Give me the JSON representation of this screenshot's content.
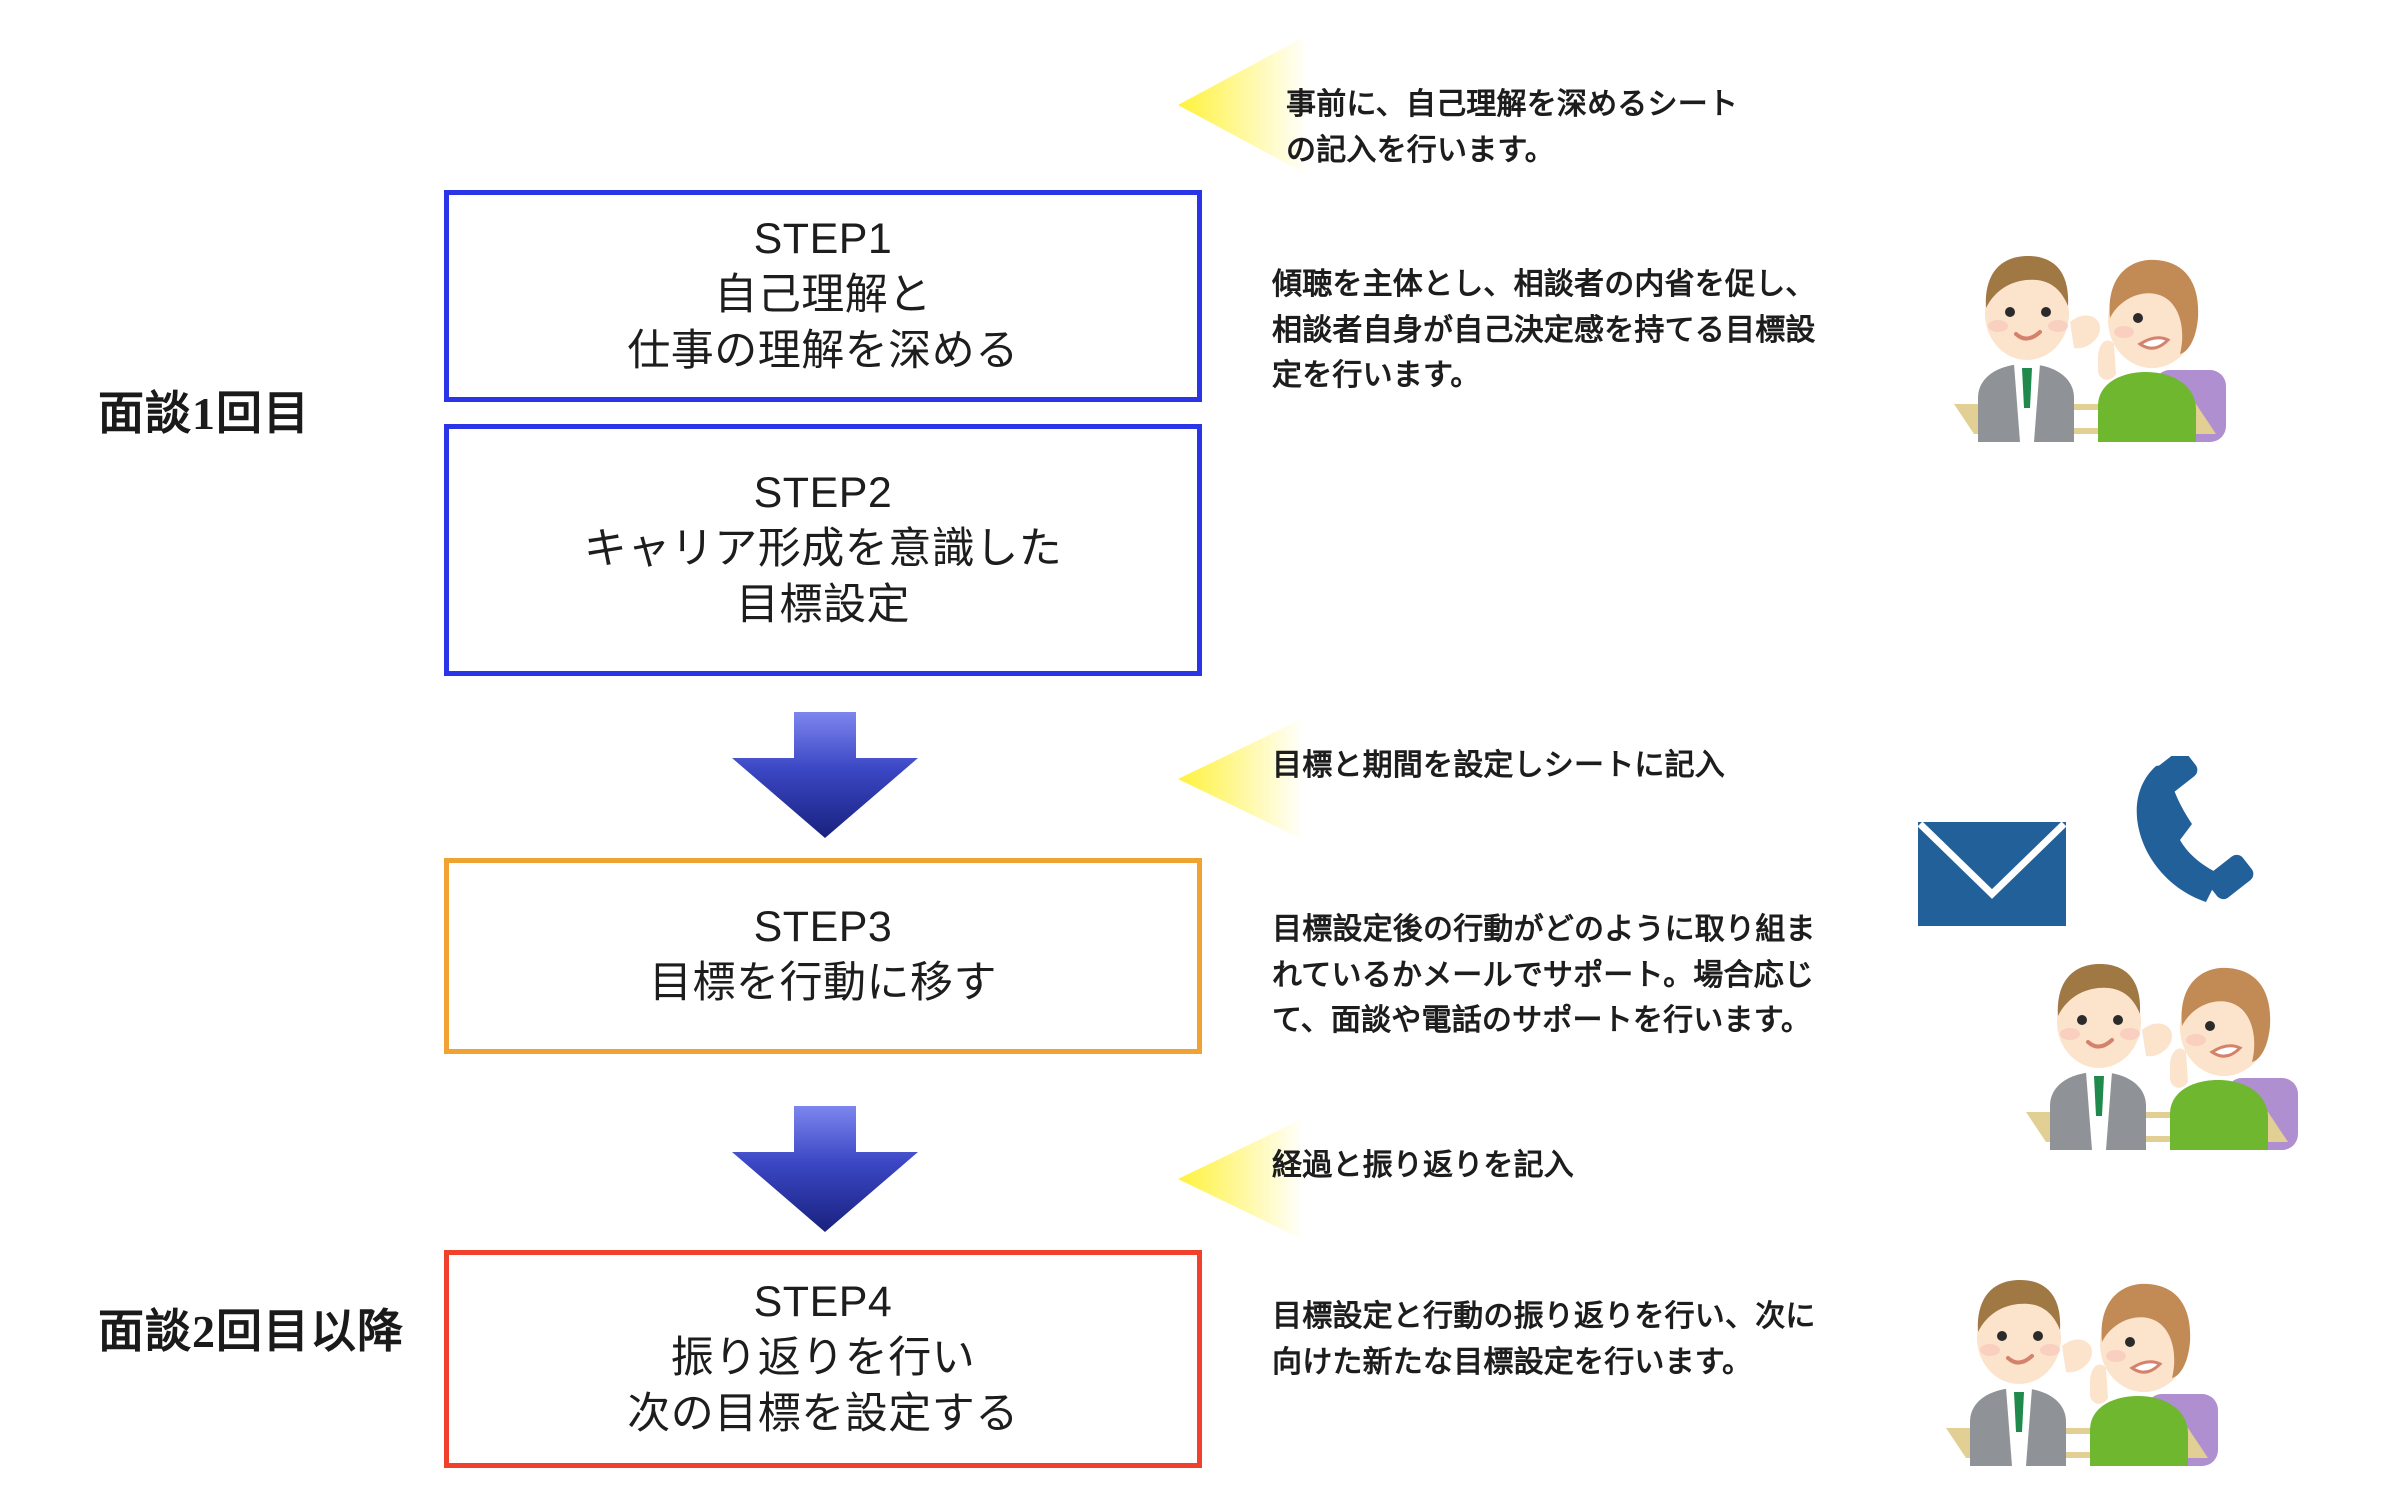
{
  "diagram": {
    "title_implicit": "キャリア面談 STEPフロー",
    "phases": [
      {
        "id": "phase-1",
        "label": "面談1回目"
      },
      {
        "id": "phase-2",
        "label": "面談2回目以降"
      }
    ],
    "steps": [
      {
        "id": "step-1",
        "heading": "STEP1",
        "lines": [
          "自己理解と",
          "仕事の理解を深める"
        ],
        "border_color": "#2b35e8"
      },
      {
        "id": "step-2",
        "heading": "STEP2",
        "lines": [
          "キャリア形成を意識した",
          "目標設定"
        ],
        "border_color": "#2b35e8"
      },
      {
        "id": "step-3",
        "heading": "STEP3",
        "lines": [
          "目標を行動に移す"
        ],
        "border_color": "#f0a233"
      },
      {
        "id": "step-4",
        "heading": "STEP4",
        "lines": [
          "振り返りを行い",
          "次の目標を設定する"
        ],
        "border_color": "#f0402e"
      }
    ],
    "annotations": [
      {
        "id": "annot-1",
        "lines": [
          "事前に、自己理解を深めるシート",
          "の記入を行います。"
        ],
        "has_callout": true
      },
      {
        "id": "annot-2",
        "lines": [
          "傾聴を主体とし、相談者の内省を促し、",
          "相談者自身が自己決定感を持てる目標設",
          "定を行います。"
        ],
        "has_callout": false
      },
      {
        "id": "annot-3",
        "lines": [
          "目標と期間を設定しシートに記入"
        ],
        "has_callout": true
      },
      {
        "id": "annot-4",
        "lines": [
          "目標設定後の行動がどのように取り組ま",
          "れているかメールでサポート。場合応じ",
          "て、面談や電話のサポートを行います。"
        ],
        "has_callout": false
      },
      {
        "id": "annot-5",
        "lines": [
          "経過と振り返りを記入"
        ],
        "has_callout": true
      },
      {
        "id": "annot-6",
        "lines": [
          "目標設定と行動の振り返りを行い、次に",
          "向けた新たな目標設定を行います。"
        ],
        "has_callout": false
      }
    ],
    "connectors": [
      {
        "id": "down-arrow-1",
        "icon": "down-arrow-icon",
        "from": "step-2",
        "to": "step-3"
      },
      {
        "id": "down-arrow-2",
        "icon": "down-arrow-icon",
        "from": "step-3",
        "to": "step-4"
      }
    ],
    "callouts": [
      {
        "id": "yellow-arrow-1",
        "icon": "left-triangle-callout-icon"
      },
      {
        "id": "yellow-arrow-2",
        "icon": "left-triangle-callout-icon"
      },
      {
        "id": "yellow-arrow-3",
        "icon": "left-triangle-callout-icon"
      }
    ],
    "icons": [
      {
        "id": "mail-icon",
        "name": "mail-envelope-icon"
      },
      {
        "id": "phone-icon",
        "name": "telephone-handset-icon"
      }
    ],
    "illustrations": [
      {
        "id": "illus-1",
        "name": "counseling-interview-illustration"
      },
      {
        "id": "illus-2",
        "name": "counseling-interview-illustration"
      },
      {
        "id": "illus-3",
        "name": "counseling-interview-illustration"
      }
    ],
    "colors": {
      "step_blue": "#2b35e8",
      "step_orange": "#f0a233",
      "step_red": "#f0402e",
      "arrow_blue_top": "#6f79ea",
      "arrow_blue_bottom": "#1e2a8c",
      "callout_yellow": "#fff33f",
      "icon_blue": "#22609a",
      "text_dark": "#1d1d1d",
      "background": "#ffffff"
    }
  }
}
